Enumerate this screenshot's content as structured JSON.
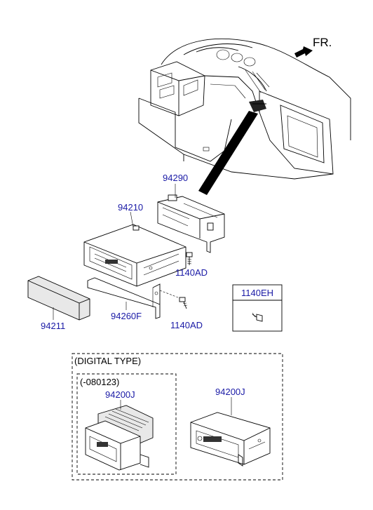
{
  "direction": {
    "label": "FR."
  },
  "parts": {
    "p94290": "94290",
    "p94210": "94210",
    "p1140AD_a": "1140AD",
    "p94211": "94211",
    "p94260F": "94260F",
    "p1140AD_b": "1140AD",
    "p1140EH": "1140EH",
    "p94200J_a": "94200J",
    "p94200J_b": "94200J"
  },
  "groups": {
    "digital_type": "(DIGITAL TYPE)",
    "date_range": "(-080123)"
  },
  "colors": {
    "part_number": "#1a1aa6",
    "line": "#000000"
  }
}
